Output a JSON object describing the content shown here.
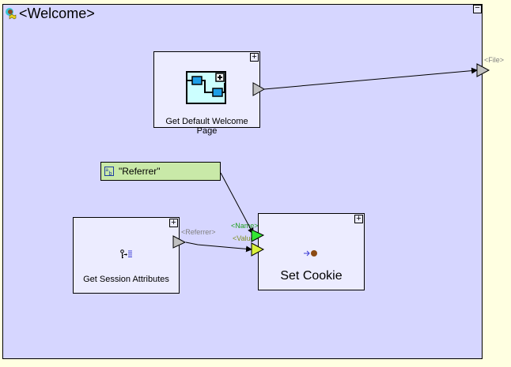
{
  "diagram": {
    "title": "<Welcome>",
    "title_icon": "welcome-flow-icon",
    "collapse_label": "−",
    "output_port_label": "<File>",
    "nodes": [
      {
        "id": "get-default-welcome-page",
        "label": "Get Default Welcome Page",
        "icon": "subflow-icon",
        "expand": "+"
      },
      {
        "id": "get-session-attributes",
        "label": "Get Session Attributes",
        "icon": "session-attributes-icon",
        "expand": "+",
        "output_port": "<Referrer>"
      },
      {
        "id": "set-cookie",
        "label": "Set Cookie",
        "icon": "set-cookie-icon",
        "expand": "+",
        "input_ports": [
          "<Name>",
          "<Value>"
        ]
      }
    ],
    "constant": {
      "label": "\"Referrer\"",
      "icon": "string-constant-icon"
    },
    "edges": [
      {
        "from": "Get Default Welcome Page",
        "to": "<File>"
      },
      {
        "from": "\"Referrer\"",
        "to": "Set Cookie.<Name>"
      },
      {
        "from": "Get Session Attributes.<Referrer>",
        "to": "Set Cookie.<Value>"
      }
    ],
    "colors": {
      "canvas": "#d6d6ff",
      "background": "#ffffe1",
      "node": "#ececff",
      "constant": "#c9e9a8",
      "port_gray": "#c0c0c0",
      "port_name": "#33e633",
      "port_value": "#d9f03c",
      "name_label": "#1e9e1e",
      "value_label": "#7f8f1f"
    }
  }
}
